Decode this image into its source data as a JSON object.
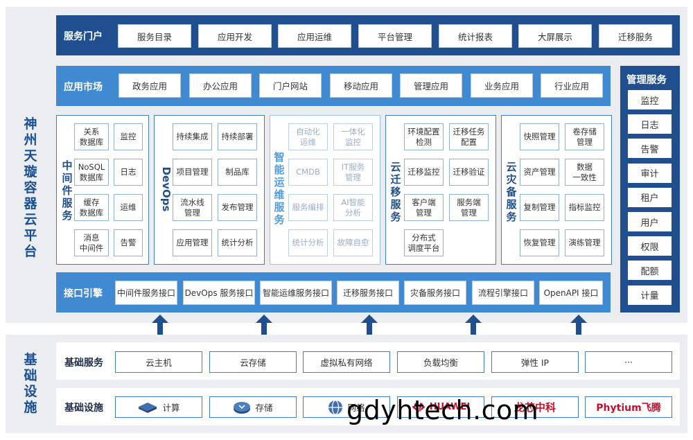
{
  "platform_title": "神州天璇容器云平台",
  "service_portal": {
    "label": "服务门户",
    "items": [
      "服务目录",
      "应用开发",
      "应用运维",
      "平台管理",
      "统计报表",
      "大屏展示",
      "迁移服务"
    ]
  },
  "app_market": {
    "label": "应用市场",
    "items": [
      "政务应用",
      "办公应用",
      "门户网站",
      "移动应用",
      "管理应用",
      "业务应用",
      "行业应用"
    ]
  },
  "modules": [
    {
      "title": "中间件服务",
      "cells": [
        "关系\n数据库",
        "监控",
        "NoSQL\n数据库",
        "日志",
        "缓存\n数据库",
        "运维",
        "消息\n中间件",
        "告警"
      ]
    },
    {
      "title": "DevOps",
      "cells": [
        "持续集成",
        "持续部署",
        "项目管理",
        "制品库",
        "流水线\n管理",
        "发布管理",
        "应用管理",
        "统计分析"
      ]
    },
    {
      "title": "智能运维服务",
      "cells": [
        "自动化\n运维",
        "一体化\n监控",
        "CMDB",
        "IT服务\n管理",
        "服务编排",
        "AI智能\n分析",
        "统计分析",
        "故障自愈"
      ]
    },
    {
      "title": "云迁移服务",
      "cells": [
        "环境配置\n检测",
        "迁移任务\n配置",
        "迁移监控",
        "迁移验证",
        "客户端\n管理",
        "服务端\n管理",
        "分布式\n调度平台"
      ]
    },
    {
      "title": "云灾备服务",
      "cells": [
        "快照管理",
        "卷存储\n管理",
        "资产管理",
        "数据\n一致性",
        "复制管理",
        "指标监控",
        "恢复管理",
        "演练管理"
      ]
    }
  ],
  "interface_engine": {
    "label": "接口引擎",
    "items": [
      "中间件服务接口",
      "DevOps 服务接口",
      "智能运维服务接口",
      "迁移服务接口",
      "灾备服务接口",
      "流程引擎接口",
      "OpenAPI 接口"
    ]
  },
  "mgmt": {
    "title": "管理服务",
    "items": [
      "监控",
      "日志",
      "告警",
      "审计",
      "租户",
      "用户",
      "权限",
      "配额",
      "计量"
    ]
  },
  "infra_title": "基础设施",
  "base_services": {
    "label": "基础服务",
    "items": [
      "云主机",
      "云存储",
      "虚拟私有网络",
      "负载均衡",
      "弹性 IP",
      "···"
    ]
  },
  "base_infra": {
    "label": "基础设施",
    "items": [
      {
        "icon": "compute-icon",
        "label": "计算"
      },
      {
        "icon": "storage-icon",
        "label": "存储"
      },
      {
        "icon": "network-icon",
        "label": "网络"
      },
      {
        "icon": "huawei-logo",
        "label": "HUAWEI"
      },
      {
        "icon": "loongson-logo",
        "label": "龙芯中科"
      },
      {
        "icon": "phytium-logo",
        "label": "Phytium飞腾"
      }
    ]
  },
  "watermark": "gdyhtech.com",
  "colors": {
    "navy": "#1f4f8f",
    "blue": "#3f8ad1",
    "huawei_red": "#c8102e"
  }
}
